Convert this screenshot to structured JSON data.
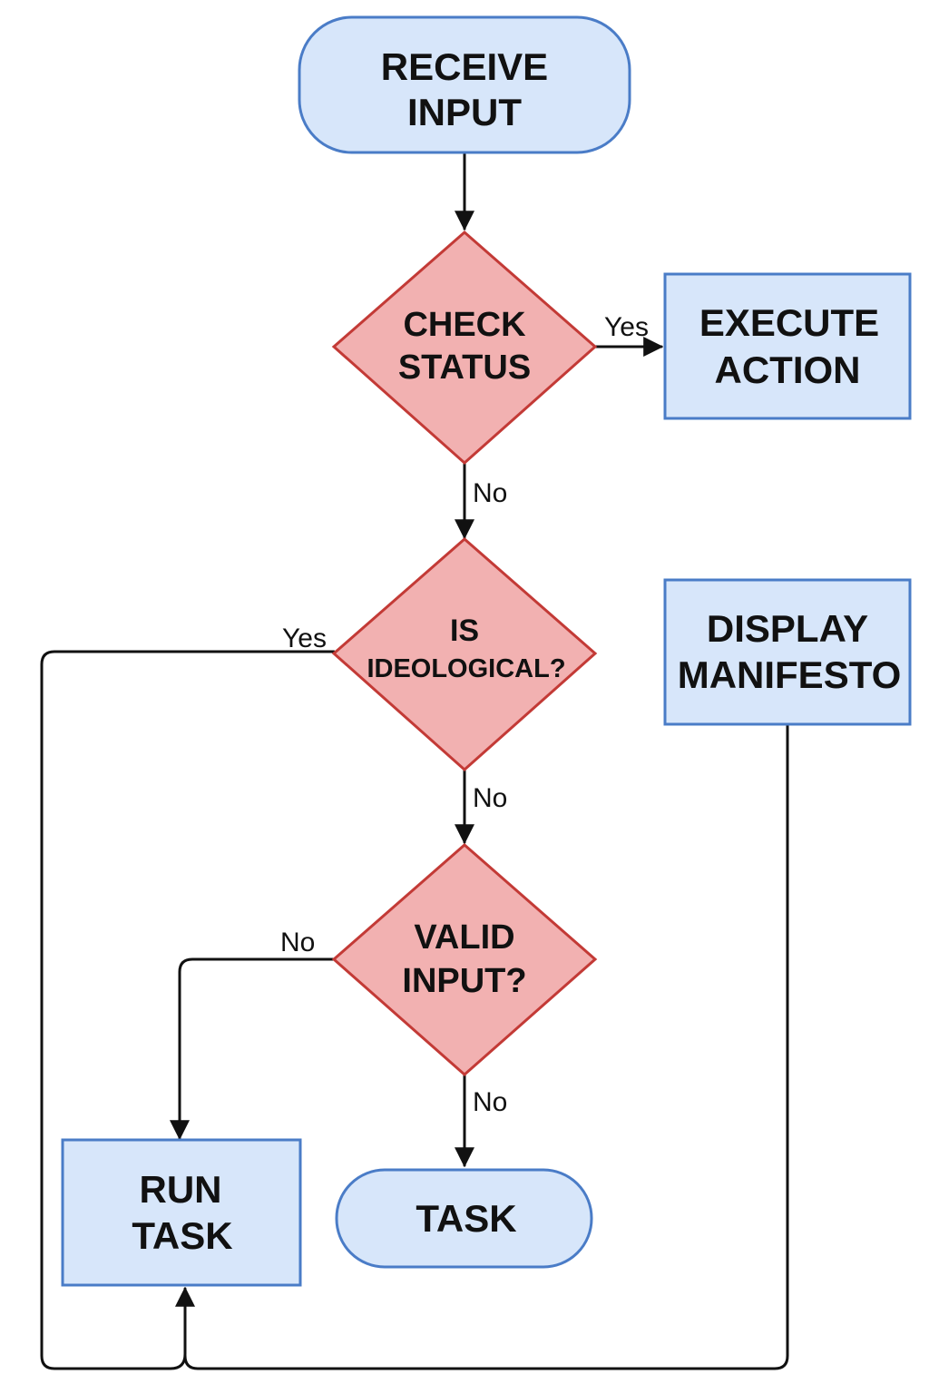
{
  "nodes": {
    "receive_input": {
      "line1": "RECEIVE",
      "line2": "INPUT"
    },
    "check_status": {
      "line1": "CHECK",
      "line2": "STATUS"
    },
    "execute_action": {
      "line1": "EXECUTE",
      "line2": "ACTION"
    },
    "is_ideological": {
      "line1": "IS",
      "line2": "IDEOLOGICAL?"
    },
    "display_manifesto": {
      "line1": "DISPLAY",
      "line2": "MANIFESTO"
    },
    "valid_input": {
      "line1": "VALID",
      "line2": "INPUT?"
    },
    "run_task": {
      "line1": "RUN",
      "line2": "TASK"
    },
    "task": {
      "label": "TASK"
    }
  },
  "edges": {
    "check_status_yes": "Yes",
    "check_status_no": "No",
    "is_ideological_yes": "Yes",
    "is_ideological_no": "No",
    "valid_input_no_left": "No",
    "valid_input_no_down": "No"
  },
  "colors": {
    "process_fill": "#d7e6fa",
    "process_stroke": "#4a7cc7",
    "decision_fill": "#f2b1b1",
    "decision_stroke": "#c33a36",
    "line": "#111111"
  }
}
